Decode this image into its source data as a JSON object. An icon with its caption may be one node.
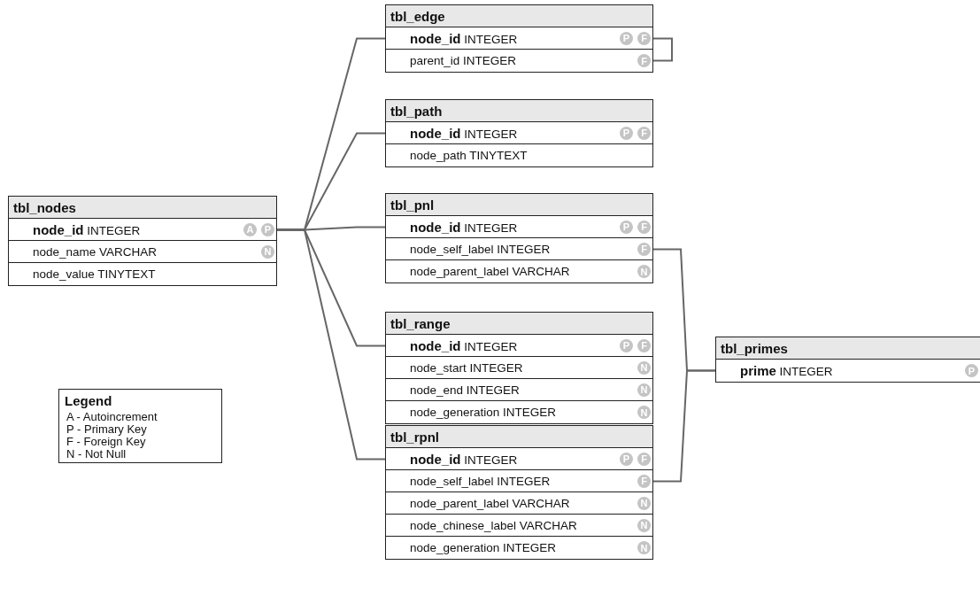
{
  "diagram": {
    "nodes": [
      {
        "text": [
          "tbl_nodes"
        ]
      },
      {
        "text": [
          "**node_id** INTEGER",
          "A",
          "P"
        ],
        "in": 0
      },
      {
        "text": [
          "node_name VARCHAR",
          "N"
        ],
        "in": 0
      },
      {
        "text": [
          "node_value TINYTEXT"
        ],
        "in": 0
      },
      {
        "text": [
          "tbl_edge"
        ]
      },
      {
        "text": [
          "**node_id** INTEGER",
          "P",
          "F"
        ],
        "in": 4
      },
      {
        "text": [
          "parent_id INTEGER",
          "F"
        ],
        "in": 4
      },
      {
        "text": [
          "tbl_path"
        ]
      },
      {
        "text": [
          "**node_id** INTEGER",
          "P",
          "F"
        ],
        "in": 7
      },
      {
        "text": [
          "node_path TINYTEXT"
        ],
        "in": 7
      },
      {
        "text": [
          "tbl_pnl"
        ]
      },
      {
        "text": [
          "**node_id** INTEGER",
          "P",
          "F"
        ],
        "in": 10
      },
      {
        "text": [
          "node_self_label INTEGER",
          "F"
        ],
        "in": 10
      },
      {
        "text": [
          "node_parent_label VARCHAR",
          "N"
        ],
        "in": 10
      },
      {
        "text": [
          "tbl_range"
        ]
      },
      {
        "text": [
          "**node_id** INTEGER",
          "P",
          "F"
        ],
        "in": 14
      },
      {
        "text": [
          "node_start INTEGER",
          "N"
        ],
        "in": 14
      },
      {
        "text": [
          "node_end INTEGER",
          "N"
        ],
        "in": 14
      },
      {
        "text": [
          "node_generation INTEGER",
          "N"
        ],
        "in": 14
      },
      {
        "text": [
          "tbl_rpnl"
        ]
      },
      {
        "text": [
          "**node_id** INTEGER",
          "P",
          "F"
        ],
        "in": 19
      },
      {
        "text": [
          "node_self_label INTEGER",
          "F"
        ],
        "in": 19
      },
      {
        "text": [
          "node_parent_label VARCHAR",
          "N"
        ],
        "in": 19
      },
      {
        "text": [
          "node_chinese_label VARCHAR",
          "N"
        ],
        "in": 19
      },
      {
        "text": [
          "node_generation INTEGER",
          "N"
        ],
        "in": 19
      },
      {
        "text": [
          "tbl_primes"
        ]
      },
      {
        "text": [
          "**prime** INTEGER",
          "P"
        ],
        "in": 25
      }
    ],
    "edges": [
      {
        "from": 1,
        "to": 5,
        "arrow": "none"
      },
      {
        "from": 1,
        "to": 8,
        "arrow": "none"
      },
      {
        "from": 1,
        "to": 11,
        "arrow": "none"
      },
      {
        "from": 1,
        "to": 15,
        "arrow": "none"
      },
      {
        "from": 1,
        "to": 20,
        "arrow": "none"
      },
      {
        "from": 5,
        "to": 6,
        "arrow": "none"
      },
      {
        "from": 12,
        "to": 26,
        "arrow": "none"
      },
      {
        "from": 21,
        "to": 26,
        "arrow": "none"
      }
    ],
    "labels": [
      "Legend"
    ],
    "legend": [
      {
        "text": "A - Autoincrement"
      },
      {
        "text": "P - Primary Key"
      },
      {
        "text": "F - Foreign Key"
      },
      {
        "text": "N - Not Null"
      }
    ]
  }
}
